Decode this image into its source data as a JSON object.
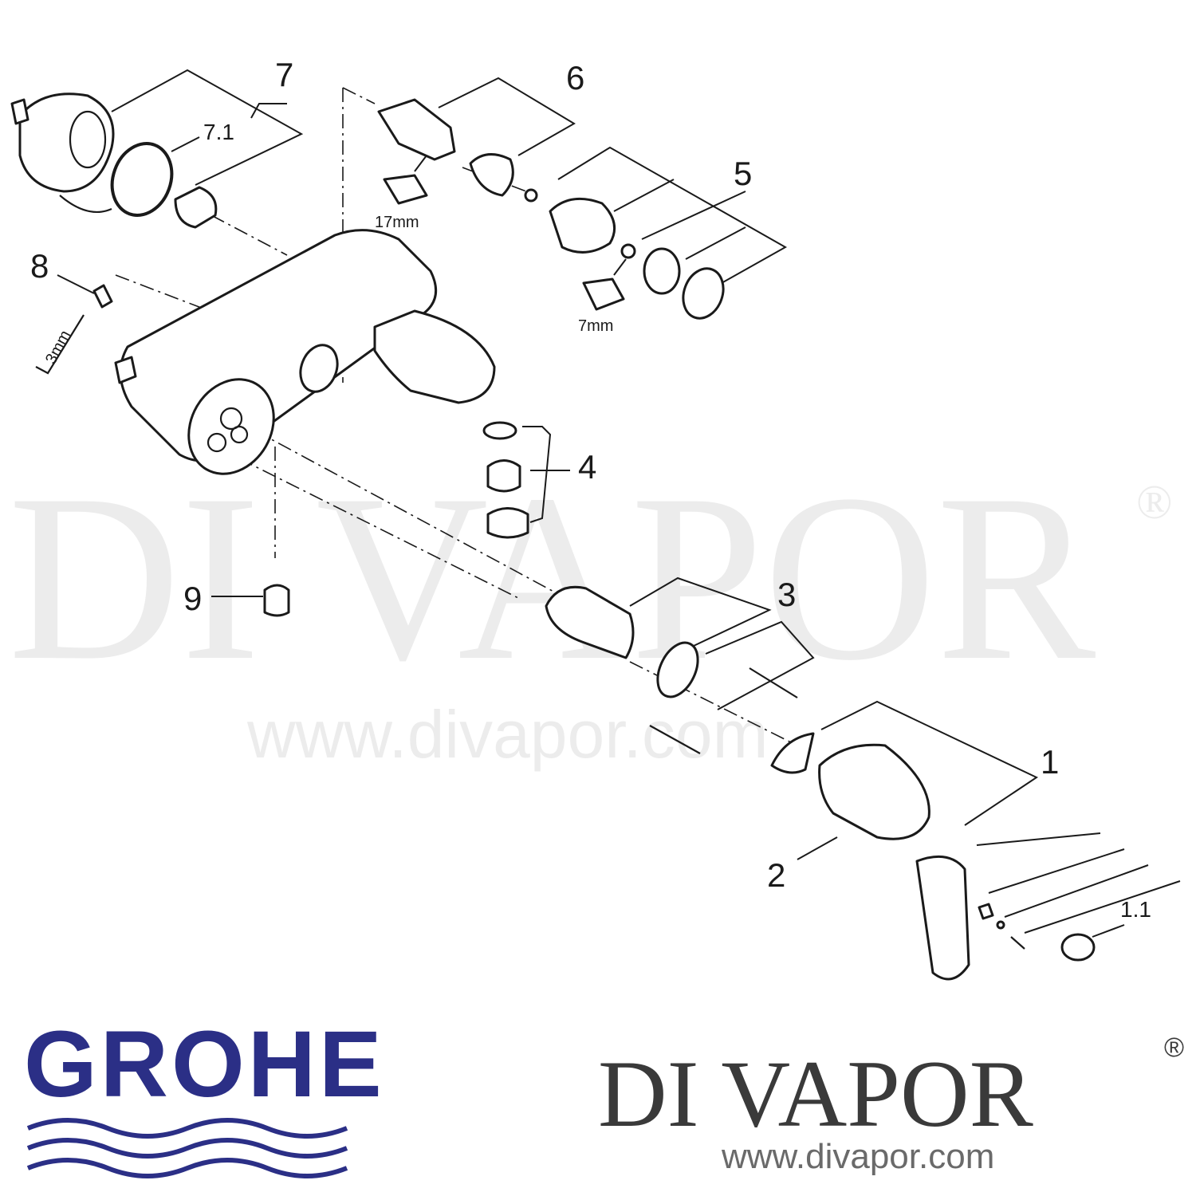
{
  "callouts": {
    "c1": "1",
    "c1_1": "1.1",
    "c2": "2",
    "c3": "3",
    "c4": "4",
    "c5": "5",
    "c6": "6",
    "c7": "7",
    "c7_1": "7.1",
    "c8": "8",
    "c9": "9"
  },
  "tool_labels": {
    "wrench_17": "17mm",
    "wrench_7": "7mm",
    "hex_key": "3mm"
  },
  "watermark": {
    "text": "DI VAPOR",
    "reg": "®",
    "url": "www.divapor.com"
  },
  "brand": {
    "grohe_logo_text": "GROHE",
    "grohe_color": "#2b2f86",
    "divapor_text": "DI VAPOR",
    "divapor_reg": "®",
    "divapor_url": "www.divapor.com",
    "divapor_color": "#3a3a3a"
  }
}
